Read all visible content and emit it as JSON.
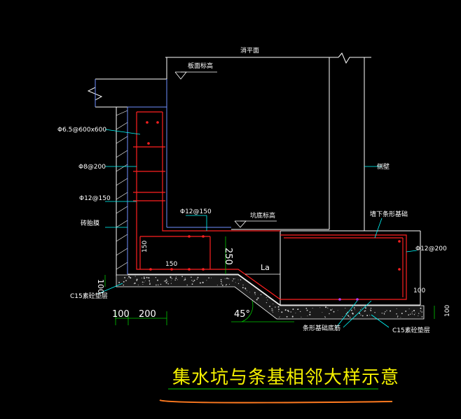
{
  "title": "集水坑与条基相邻大样示意",
  "labels": {
    "water_surface": "消平面",
    "slab_elevation": "板面标高",
    "pit_bottom_elevation": "坑底标高",
    "side_wall": "侧壁",
    "beam_under_wall": "墙下条形基础",
    "brick_wall": "砖胎膜",
    "strip_foundation_rebar": "条形基础底筋",
    "c15_left": "C15素砼垫层",
    "c15_right": "C15素砼垫层"
  },
  "rebar": {
    "r1": "Φ6.5@600x600",
    "r2": "Φ8@200",
    "r3": "Φ12@150",
    "r4": "Φ12@150",
    "r5": "Φ12@200"
  },
  "dims": {
    "d150_vert": "150",
    "d150_horiz": "150",
    "d250": "250",
    "la": "La",
    "d100_left": "100",
    "d100_bottom": "100",
    "d200": "200",
    "d100_right": "100",
    "d100_right2": "100",
    "angle": "45°"
  },
  "colors": {
    "background": "#000000",
    "outline": "#ffffff",
    "rebar": "#ff2020",
    "structure": "#6f8fff",
    "leader": "#00ffff",
    "dimension": "#00c800",
    "title": "#f4f000",
    "title_underline": "#ff7a20"
  }
}
